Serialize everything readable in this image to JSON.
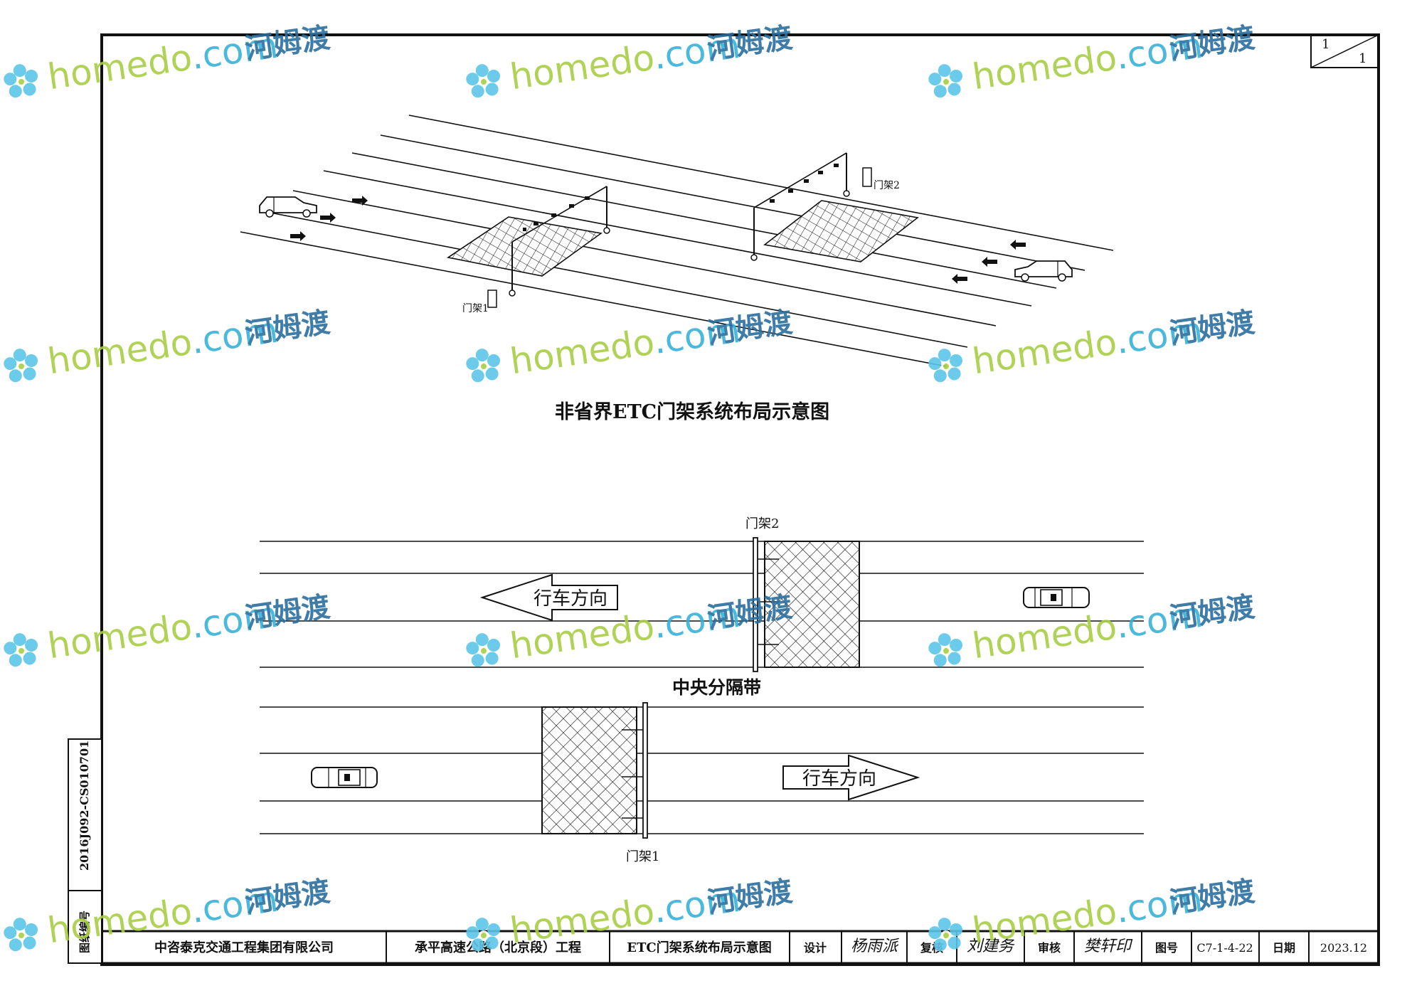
{
  "sheet": {
    "page_current": "1",
    "page_total": "1"
  },
  "iso_view": {
    "caption": "非省界ETC门架系统布局示意图",
    "gantry1_label": "门架1",
    "gantry2_label": "门架2"
  },
  "plan_view": {
    "gantry1_label": "门架1",
    "gantry2_label": "门架2",
    "median_label": "中央分隔带",
    "direction_left": "行车方向",
    "direction_right": "行车方向"
  },
  "side_label": {
    "code": "2016J092-CS010701",
    "caption": "图纸编号"
  },
  "title_block": {
    "company": "中咨泰克交通工程集团有限公司",
    "project": "承平高速公路（北京段）工程",
    "drawing_title": "ETC门架系统布局示意图",
    "design_label": "设计",
    "design_sig": "杨雨派",
    "review_label": "复核",
    "review_sig": "刘建务",
    "audit_label": "审核",
    "audit_sig": "樊轩印",
    "dwg_no_label": "图号",
    "dwg_no": "C7-1-4-22",
    "date_label": "日期",
    "date": "2023.12"
  },
  "watermark": {
    "brand": "homedo",
    "domain": ".com",
    "cn": "河姆渡"
  },
  "colors": {
    "line": "#111111",
    "wm_green": "#a8cf45",
    "wm_blue": "#36b1d8",
    "wm_petal": "#5cc6e8"
  }
}
